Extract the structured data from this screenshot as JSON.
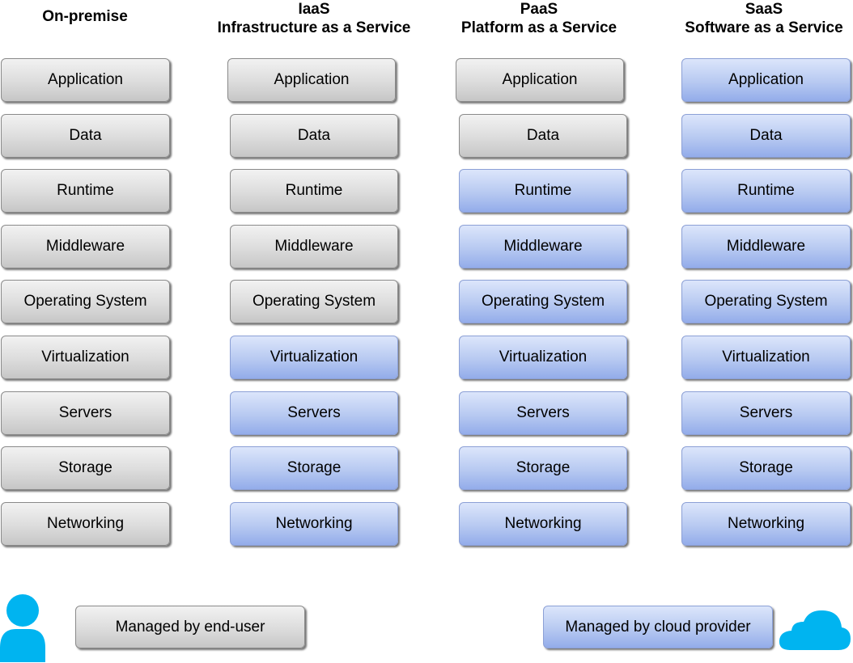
{
  "columns": [
    {
      "title": "On-premise",
      "subtitle": ""
    },
    {
      "title": "IaaS",
      "subtitle": "Infrastructure as a Service"
    },
    {
      "title": "PaaS",
      "subtitle": "Platform as a Service"
    },
    {
      "title": "SaaS",
      "subtitle": "Software as a Service"
    }
  ],
  "layers": [
    "Application",
    "Data",
    "Runtime",
    "Middleware",
    "Operating System",
    "Virtualization",
    "Servers",
    "Storage",
    "Networking"
  ],
  "managed_by": [
    [
      "end-user",
      "end-user",
      "end-user",
      "end-user",
      "end-user",
      "end-user",
      "end-user",
      "end-user",
      "end-user"
    ],
    [
      "end-user",
      "end-user",
      "end-user",
      "end-user",
      "end-user",
      "cloud",
      "cloud",
      "cloud",
      "cloud"
    ],
    [
      "end-user",
      "end-user",
      "cloud",
      "cloud",
      "cloud",
      "cloud",
      "cloud",
      "cloud",
      "cloud"
    ],
    [
      "cloud",
      "cloud",
      "cloud",
      "cloud",
      "cloud",
      "cloud",
      "cloud",
      "cloud",
      "cloud"
    ]
  ],
  "legend": {
    "end_user_label": "Managed by end-user",
    "cloud_label": "Managed by cloud provider",
    "user_icon": "person-icon",
    "cloud_icon": "cloud-icon"
  },
  "colors": {
    "end_user": "#d6d6d6",
    "cloud": "#b3c6f0",
    "icon": "#00b4f0"
  }
}
